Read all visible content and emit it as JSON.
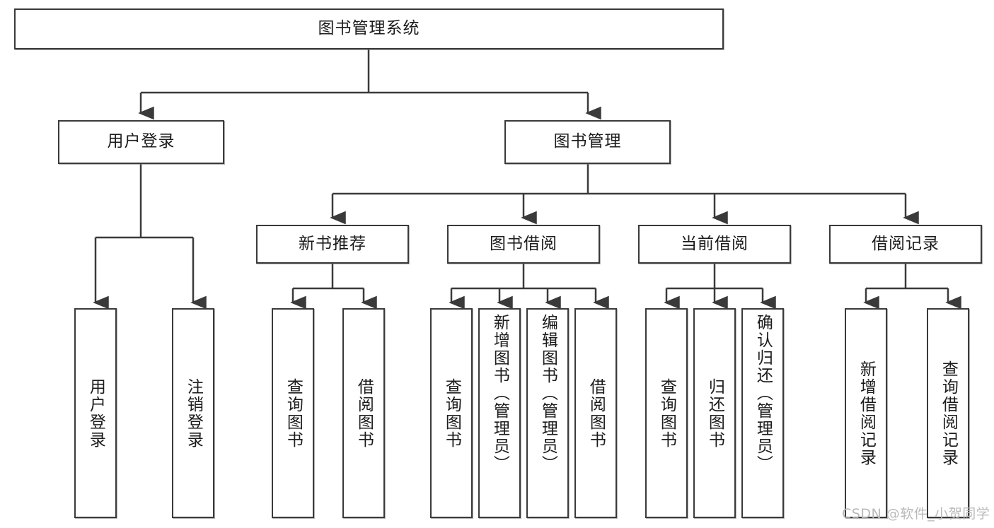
{
  "diagram": {
    "title": "图书管理系统",
    "type": "hierarchy-tree",
    "watermark": "CSDN @软件_小贺同学",
    "colors": {
      "background": "#ffffff",
      "box_border": "#3a3a3a",
      "box_fill": "#ffffff",
      "connector": "#3a3a3a",
      "text": "#1c1c1c",
      "watermark": "#b9b9b9"
    },
    "nodes": {
      "root": {
        "label": "图书管理系统"
      },
      "level2": [
        {
          "id": "user-login",
          "label": "用户登录"
        },
        {
          "id": "book-management",
          "label": "图书管理"
        }
      ],
      "level3": [
        {
          "id": "new-book-recommend",
          "label": "新书推荐"
        },
        {
          "id": "book-borrow",
          "label": "图书借阅"
        },
        {
          "id": "current-borrow",
          "label": "当前借阅"
        },
        {
          "id": "borrow-record",
          "label": "借阅记录"
        }
      ],
      "leaves": {
        "user_login": [
          {
            "id": "leaf-user-login",
            "label": "用户登录"
          },
          {
            "id": "leaf-user-logout",
            "label": "注销登录"
          }
        ],
        "new_book_recommend": [
          {
            "id": "leaf-query-book-1",
            "label": "查询图书"
          },
          {
            "id": "leaf-borrow-book-1",
            "label": "借阅图书"
          }
        ],
        "book_borrow": [
          {
            "id": "leaf-query-book-2",
            "label": "查询图书"
          },
          {
            "id": "leaf-add-book",
            "label": "新增图书（管理员）"
          },
          {
            "id": "leaf-edit-book",
            "label": "编辑图书（管理员）"
          },
          {
            "id": "leaf-borrow-book-2",
            "label": "借阅图书"
          }
        ],
        "current_borrow": [
          {
            "id": "leaf-query-book-3",
            "label": "查询图书"
          },
          {
            "id": "leaf-return-book",
            "label": "归还图书"
          },
          {
            "id": "leaf-confirm-return",
            "label": "确认归还（管理员）"
          }
        ],
        "borrow_record": [
          {
            "id": "leaf-add-record",
            "label": "新增借阅记录"
          },
          {
            "id": "leaf-query-record",
            "label": "查询借阅记录"
          }
        ]
      }
    }
  }
}
